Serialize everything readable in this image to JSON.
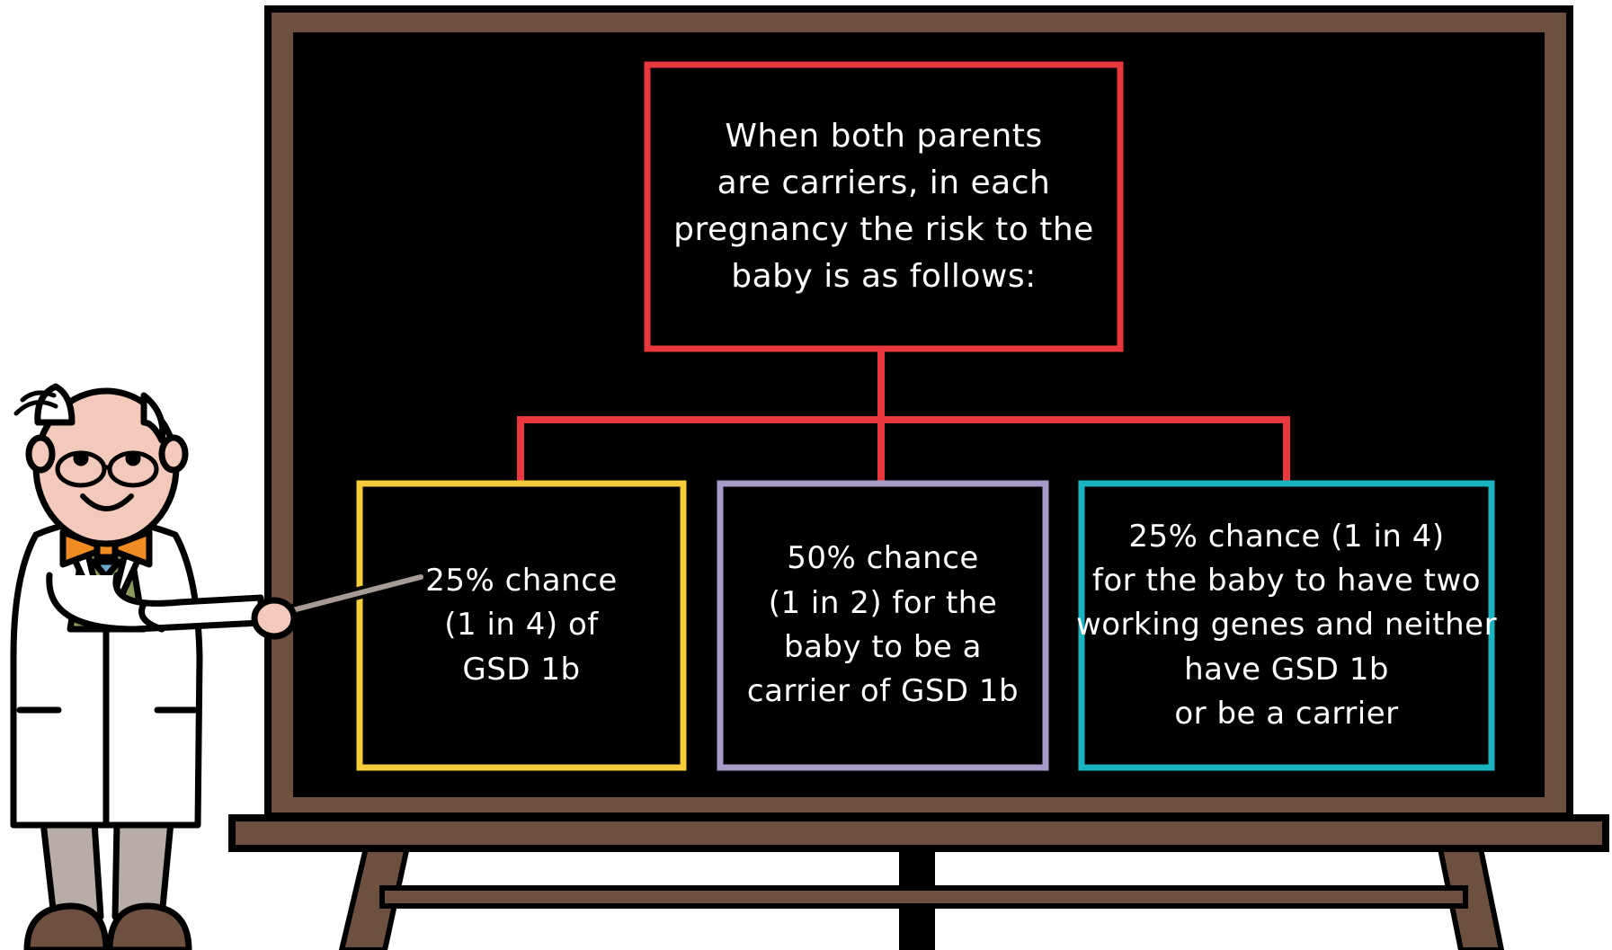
{
  "colors": {
    "board_frame": "#6e5040",
    "board_surface": "#000000",
    "top_box_border": "#e8383d",
    "connector_lines": "#e8383d",
    "left_box_border": "#f5cc3a",
    "middle_box_border": "#a89ac8",
    "right_box_border": "#1ab3c2",
    "text": "#ffffff"
  },
  "diagram": {
    "top_box": {
      "lines": [
        "When both parents",
        "are carriers, in each",
        "pregnancy the risk to the",
        "baby is as follows:"
      ]
    },
    "outcomes": [
      {
        "lines": [
          "25% chance",
          "(1 in 4) of",
          "GSD 1b"
        ]
      },
      {
        "lines": [
          "50% chance",
          "(1 in 2) for the",
          "baby to be a",
          "carrier of GSD 1b"
        ]
      },
      {
        "lines": [
          "25% chance (1 in 4)",
          "for the baby to have two",
          "working genes and neither",
          "have GSD 1b",
          "or be a carrier"
        ]
      }
    ]
  },
  "illustration": {
    "figure": "scientist-pointing-icon",
    "board": "chalkboard-easel-icon"
  }
}
